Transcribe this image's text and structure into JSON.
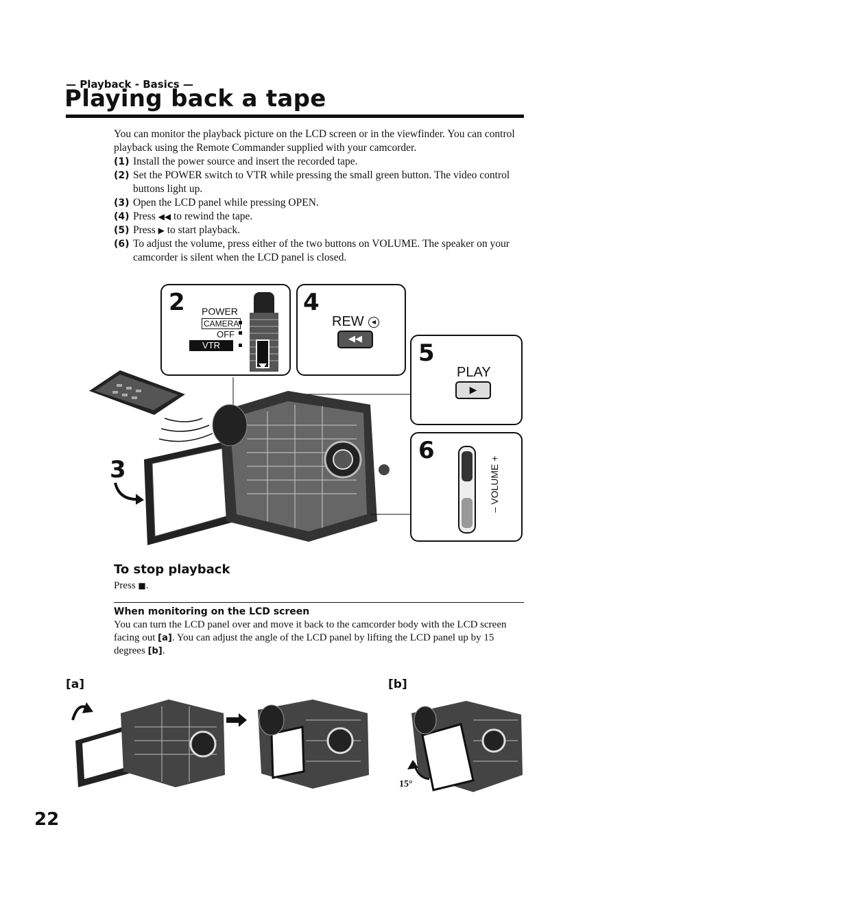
{
  "header": {
    "section_label": "— Playback - Basics —",
    "title": "Playing back a tape"
  },
  "intro": "You can monitor the playback picture on the LCD screen or in the viewfinder. You can control playback using the Remote Commander supplied with your camcorder.",
  "steps": [
    {
      "num": "(1)",
      "text": "Install the power source and insert the recorded tape."
    },
    {
      "num": "(2)",
      "text": "Set the POWER switch to VTR while pressing the small green button. The video control buttons light up."
    },
    {
      "num": "(3)",
      "text": "Open the LCD panel while pressing OPEN."
    },
    {
      "num": "(4)",
      "pre": "Press",
      "post": "to rewind the tape."
    },
    {
      "num": "(5)",
      "pre": "Press",
      "post": "to start playback."
    },
    {
      "num": "(6)",
      "text": "To adjust the volume, press either of the two buttons on VOLUME. The speaker on your camcorder is silent when the LCD panel is closed."
    }
  ],
  "figure": {
    "panel2": {
      "num": "2",
      "power": "POWER",
      "camera": "CAMERA",
      "off": "OFF",
      "vtr": "VTR"
    },
    "panel4": {
      "num": "4",
      "label": "REW"
    },
    "panel5": {
      "num": "5",
      "label": "PLAY"
    },
    "panel6": {
      "num": "6",
      "label": "– VOLUME +"
    },
    "callout3": "3"
  },
  "stop": {
    "heading": "To stop playback",
    "press": "Press"
  },
  "note": {
    "heading": "When monitoring on the LCD screen",
    "body_parts": [
      "You can turn the LCD panel over and move it back to the camcorder body with the LCD screen facing out ",
      "[a]",
      ". You can adjust the angle of the LCD panel by lifting the LCD panel up by 15 degrees ",
      "[b]",
      "."
    ]
  },
  "figures": {
    "a_label": "[a]",
    "b_label": "[b]",
    "angle": "15°"
  },
  "page_number": "22",
  "icons": {
    "rewind": "rewind-icon",
    "play": "play-icon",
    "stop": "stop-icon"
  }
}
